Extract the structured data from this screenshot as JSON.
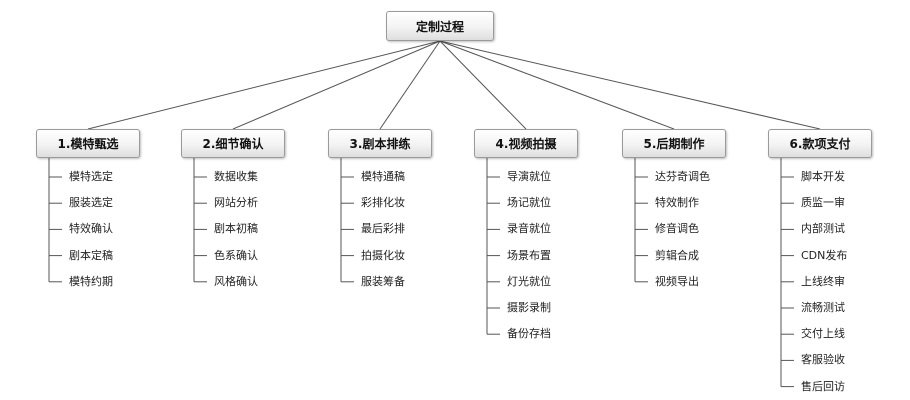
{
  "root": {
    "label": "定制过程"
  },
  "categories": [
    {
      "label": "1.模特甄选",
      "items": [
        "模特选定",
        "服装选定",
        "特效确认",
        "剧本定稿",
        "模特约期"
      ]
    },
    {
      "label": "2.细节确认",
      "items": [
        "数据收集",
        "网站分析",
        "剧本初稿",
        "色系确认",
        "风格确认"
      ]
    },
    {
      "label": "3.剧本排练",
      "items": [
        "模特通稿",
        "彩排化妆",
        "最后彩排",
        "拍摄化妆",
        "服装筹备"
      ]
    },
    {
      "label": "4.视频拍摄",
      "items": [
        "导演就位",
        "场记就位",
        "录音就位",
        "场景布置",
        "灯光就位",
        "摄影录制",
        "备份存档"
      ]
    },
    {
      "label": "5.后期制作",
      "items": [
        "达芬奇调色",
        "特效制作",
        "修音调色",
        "剪辑合成",
        "视频导出"
      ]
    },
    {
      "label": "6.款项支付",
      "items": [
        "脚本开发",
        "质监一审",
        "内部测试",
        "CDN发布",
        "上线终审",
        "流畅测试",
        "交付上线",
        "客服验收",
        "售后回访"
      ]
    }
  ],
  "colors": {
    "line": "#555555",
    "box_border": "#9a9a9a"
  }
}
